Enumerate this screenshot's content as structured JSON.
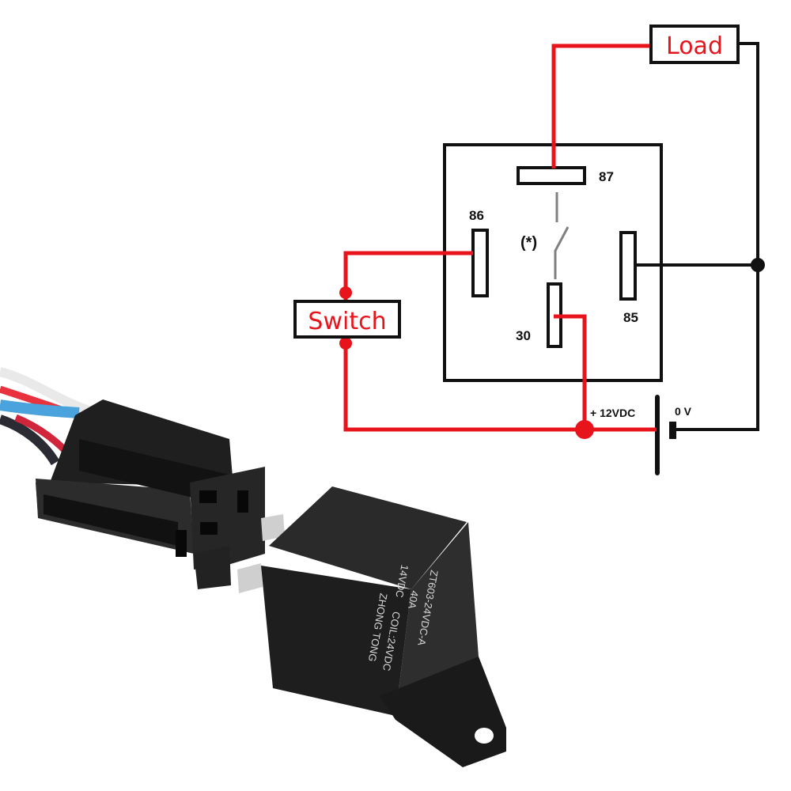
{
  "diagram": {
    "title": "Relay wiring diagram",
    "colors": {
      "wire_red": "#e8141c",
      "wire_black": "#111111",
      "switch_arm": "#808080",
      "relay_body": "#2a2a2a",
      "wire_blue": "#4aa3dc"
    },
    "pins": {
      "p87": "87",
      "p86": "86",
      "p85": "85",
      "p30": "30"
    },
    "switch_symbol": "(*)",
    "components": {
      "load": "Load",
      "switch": "Switch"
    },
    "battery": {
      "positive": "+ 12VDC",
      "negative": "0 V"
    }
  },
  "relay_print": {
    "model": "ZT603-24VDC-A",
    "rating_current": "40A",
    "rating_voltage": "14VDC",
    "coil": "COIL:24VDC",
    "brand": "ZHONG TONG"
  },
  "photo": {
    "socket": "relay-socket-with-wires",
    "relay": "automotive-relay"
  }
}
